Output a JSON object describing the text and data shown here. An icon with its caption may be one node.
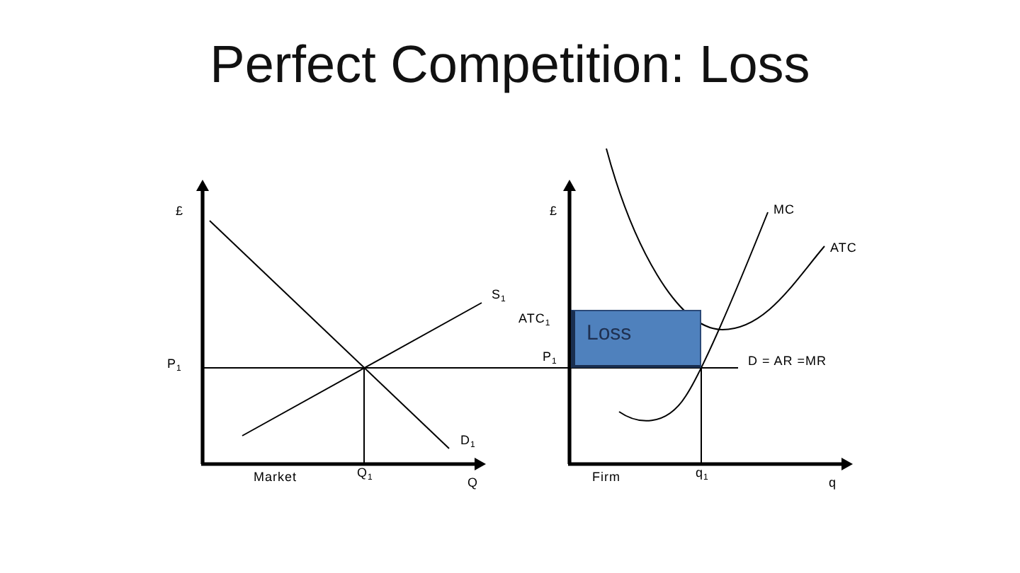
{
  "diagram": {
    "title": "Perfect Competition: Loss",
    "nodes": [
      {
        "text": [
          "Loss"
        ]
      }
    ],
    "labels": [
      "£",
      "£",
      "MC",
      "ATC",
      "S$_{1}$",
      "ATC$_{1}$",
      "P$_{1}$",
      "P$_{1}$",
      "D = AR =MR",
      "D$_{1}$",
      "Market",
      "Q$_{1}$",
      "Q",
      "Firm",
      "q$_{1}$",
      "q"
    ]
  }
}
